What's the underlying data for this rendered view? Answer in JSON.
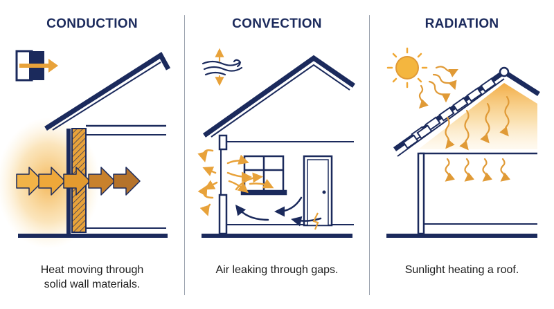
{
  "panels": [
    {
      "title": "CONDUCTION",
      "caption_lines": [
        "Heat moving through",
        "solid wall materials."
      ],
      "icon": "conduction-icon"
    },
    {
      "title": "CONVECTION",
      "caption_lines": [
        "Air leaking through gaps."
      ],
      "icon": "air-flow-icon"
    },
    {
      "title": "RADIATION",
      "caption_lines": [
        "Sunlight heating a roof."
      ],
      "icon": "sun-icon"
    }
  ],
  "colors": {
    "navy": "#1b2a5c",
    "orange": "#e8a23a",
    "dark_orange": "#c9791f",
    "glow": "#f6c56a",
    "divider": "#9aa1ad"
  }
}
